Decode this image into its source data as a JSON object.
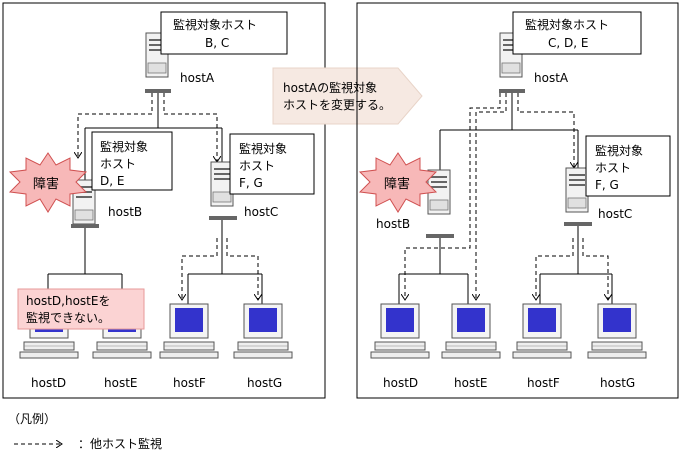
{
  "left": {
    "hostA_box": [
      "監視対象ホスト",
      "B, C"
    ],
    "hostB_box": [
      "監視対象",
      "ホスト",
      "D, E"
    ],
    "hostC_box": [
      "監視対象",
      "ホスト",
      "F, G"
    ],
    "fault": "障害",
    "error_note": [
      "hostD,hostEを",
      "監視できない。"
    ],
    "hosts": {
      "A": "hostA",
      "B": "hostB",
      "C": "hostC",
      "D": "hostD",
      "E": "hostE",
      "F": "hostF",
      "G": "hostG"
    }
  },
  "arrow_note": [
    "hostAの監視対象",
    "ホストを変更する。"
  ],
  "right": {
    "hostA_box": [
      "監視対象ホスト",
      "C, D, E"
    ],
    "hostC_box": [
      "監視対象",
      "ホスト",
      "F, G"
    ],
    "fault": "障害",
    "hosts": {
      "A": "hostA",
      "B": "hostB",
      "C": "hostC",
      "D": "hostD",
      "E": "hostE",
      "F": "hostF",
      "G": "hostG"
    }
  },
  "legend": {
    "title": "（凡例）",
    "arrow_label": "：他ホスト監視"
  },
  "colors": {
    "fault_fill": "#f7b8b8",
    "note_fill": "#fbd3d3",
    "arrow_fill": "#f6e9e2",
    "screen": "#3333cc"
  }
}
